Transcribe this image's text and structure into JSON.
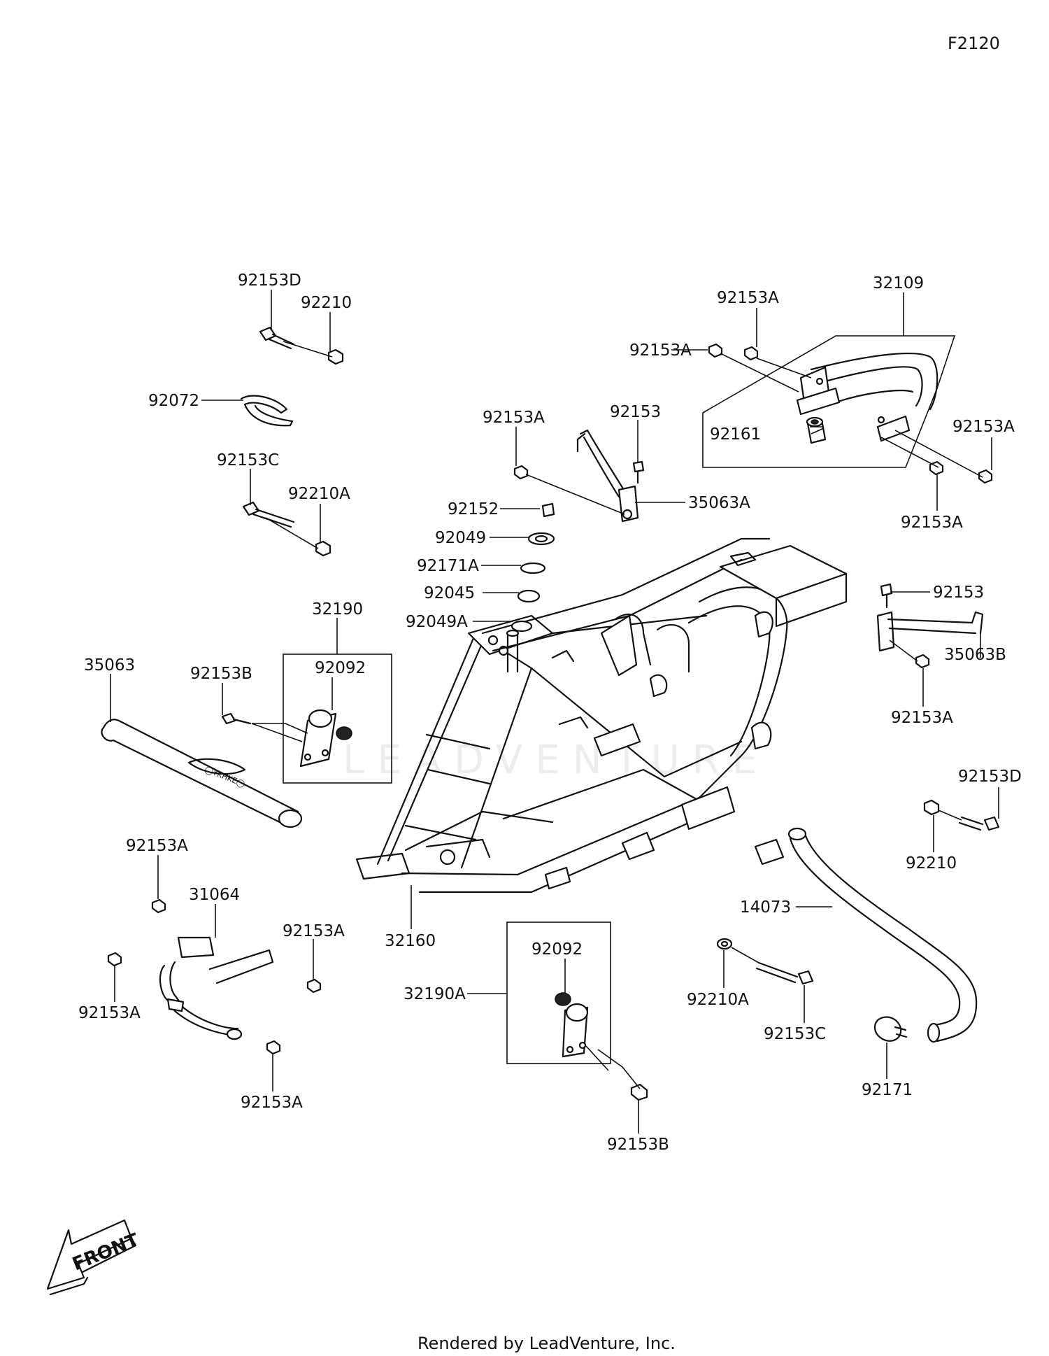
{
  "diagram_ref": "F2120",
  "footer": "Rendered by LeadVenture, Inc.",
  "watermark": "LEADVENTURE",
  "front_label": "FRONT",
  "parts": {
    "p92153D_top": "92153D",
    "p92210_top": "92210",
    "p92072": "92072",
    "p92153C_left": "92153C",
    "p92210A_left": "92210A",
    "p32190": "32190",
    "p92092_top": "92092",
    "p92153B_left": "92153B",
    "p35063": "35063",
    "p92153A_a": "92153A",
    "p31064": "31064",
    "p92153A_b": "92153A",
    "p92153A_c": "92153A",
    "p92153A_d": "92153A",
    "p32160": "32160",
    "p92092_bot": "92092",
    "p32190A": "32190A",
    "p92153B_bot": "92153B",
    "p92153A_e": "92153A",
    "p92153_mid": "92153",
    "p35063A": "35063A",
    "p92152": "92152",
    "p92049": "92049",
    "p92171A": "92171A",
    "p92045": "92045",
    "p92049A": "92049A",
    "p92153A_f": "92153A",
    "p32109": "32109",
    "p92153A_g": "92153A",
    "p92161": "92161",
    "p92153A_h": "92153A",
    "p92153A_i": "92153A",
    "p92153_right": "92153",
    "p35063B": "35063B",
    "p92153A_j": "92153A",
    "p92153D_right": "92153D",
    "p92210_right": "92210",
    "p14073": "14073",
    "p92210A_bot": "92210A",
    "p92153C_bot": "92153C",
    "p92171": "92171"
  }
}
